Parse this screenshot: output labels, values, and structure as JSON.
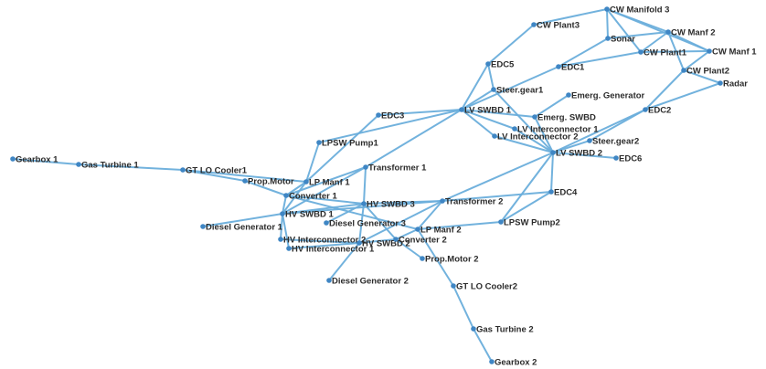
{
  "graph": {
    "nodes": [
      {
        "id": "gearbox1",
        "label": "Gearbox 1"
      },
      {
        "id": "gasturb1",
        "label": "Gas Turbine 1"
      },
      {
        "id": "gtlo1",
        "label": "GT LO Cooler1"
      },
      {
        "id": "propmotor1",
        "label": "Prop.Motor"
      },
      {
        "id": "lpmanf1",
        "label": "LP Manf 1"
      },
      {
        "id": "lpswpump1",
        "label": "LPSW Pump1"
      },
      {
        "id": "transformer1",
        "label": "Transformer 1"
      },
      {
        "id": "converter1",
        "label": "Converter 1"
      },
      {
        "id": "hvswbd1",
        "label": "HV SWBD 1"
      },
      {
        "id": "hvswbd3",
        "label": "HV SWBD 3"
      },
      {
        "id": "dieselgen1",
        "label": "Diesel Generator 1"
      },
      {
        "id": "hvint2",
        "label": "HV Interconnector 2"
      },
      {
        "id": "hvint1",
        "label": "HV Interconnector 1"
      },
      {
        "id": "dieselgen3",
        "label": "Diesel Generator 3"
      },
      {
        "id": "hvswbd2",
        "label": "HV SWBD 2"
      },
      {
        "id": "converter2",
        "label": "Converter 2"
      },
      {
        "id": "lpmanf2",
        "label": "LP Manf 2"
      },
      {
        "id": "transformer2",
        "label": "Transformer 2"
      },
      {
        "id": "propmotor2",
        "label": "Prop.Motor 2"
      },
      {
        "id": "dieselgen2",
        "label": "Diesel Generator 2"
      },
      {
        "id": "gtlo2",
        "label": "GT LO Cooler2"
      },
      {
        "id": "gasturb2",
        "label": "Gas Turbine 2"
      },
      {
        "id": "gearbox2",
        "label": "Gearbox 2"
      },
      {
        "id": "lpswpump2",
        "label": "LPSW Pump2"
      },
      {
        "id": "edc3",
        "label": "EDC3"
      },
      {
        "id": "lvswbd1",
        "label": "LV SWBD 1"
      },
      {
        "id": "lvswbd2",
        "label": "LV SWBD 2"
      },
      {
        "id": "lvint1",
        "label": "LV Interconnector 1"
      },
      {
        "id": "lvint2",
        "label": "LV Interconnector 2"
      },
      {
        "id": "steergear1",
        "label": "Steer.gear1"
      },
      {
        "id": "steergear2",
        "label": "Steer.gear2"
      },
      {
        "id": "emergswbd",
        "label": "Emerg. SWBD"
      },
      {
        "id": "emerggen",
        "label": "Emerg. Generator"
      },
      {
        "id": "edc5",
        "label": "EDC5"
      },
      {
        "id": "edc1",
        "label": "EDC1"
      },
      {
        "id": "edc2",
        "label": "EDC2"
      },
      {
        "id": "edc4",
        "label": "EDC4"
      },
      {
        "id": "edc6",
        "label": "EDC6"
      },
      {
        "id": "cwplant3",
        "label": "CW Plant3"
      },
      {
        "id": "cwplant1",
        "label": "CW Plant1"
      },
      {
        "id": "cwplant2",
        "label": "CW Plant2"
      },
      {
        "id": "cwmanifold3",
        "label": "CW Manifold 3"
      },
      {
        "id": "cwmanf2",
        "label": "CW Manf 2"
      },
      {
        "id": "cwmanf1",
        "label": "CW Manf 1"
      },
      {
        "id": "sonar",
        "label": "Sonar"
      },
      {
        "id": "radar",
        "label": "Radar"
      }
    ],
    "edges": [
      [
        "gearbox1",
        "gasturb1"
      ],
      [
        "gasturb1",
        "gtlo1"
      ],
      [
        "gtlo1",
        "propmotor1"
      ],
      [
        "gtlo1",
        "lpmanf1"
      ],
      [
        "propmotor1",
        "converter1"
      ],
      [
        "lpmanf1",
        "lpswpump1"
      ],
      [
        "lpmanf1",
        "converter1"
      ],
      [
        "lpmanf1",
        "hvswbd1"
      ],
      [
        "lpswpump1",
        "lvswbd1"
      ],
      [
        "converter1",
        "hvswbd1"
      ],
      [
        "converter1",
        "transformer1"
      ],
      [
        "converter1",
        "hvswbd3"
      ],
      [
        "converter1",
        "lpmanf2"
      ],
      [
        "transformer1",
        "lvswbd1"
      ],
      [
        "transformer1",
        "hvswbd1"
      ],
      [
        "transformer1",
        "hvswbd3"
      ],
      [
        "hvswbd1",
        "dieselgen1"
      ],
      [
        "hvswbd1",
        "hvint2"
      ],
      [
        "hvswbd1",
        "hvint1"
      ],
      [
        "hvswbd1",
        "hvswbd3"
      ],
      [
        "hvswbd3",
        "dieselgen3"
      ],
      [
        "hvswbd3",
        "transformer2"
      ],
      [
        "hvswbd3",
        "hvswbd2"
      ],
      [
        "hvswbd3",
        "converter2"
      ],
      [
        "hvint2",
        "hvswbd2"
      ],
      [
        "hvint1",
        "hvswbd2"
      ],
      [
        "hvswbd2",
        "dieselgen2"
      ],
      [
        "hvswbd2",
        "converter2"
      ],
      [
        "hvswbd2",
        "transformer2"
      ],
      [
        "converter2",
        "propmotor2"
      ],
      [
        "converter2",
        "lpmanf2"
      ],
      [
        "lpmanf2",
        "transformer2"
      ],
      [
        "lpmanf2",
        "lpswpump2"
      ],
      [
        "lpmanf2",
        "gtlo2"
      ],
      [
        "transformer2",
        "lvswbd2"
      ],
      [
        "transformer2",
        "hvswbd1"
      ],
      [
        "lpswpump2",
        "lvswbd2"
      ],
      [
        "gtlo2",
        "gasturb2"
      ],
      [
        "gasturb2",
        "gearbox2"
      ],
      [
        "edc3",
        "lvswbd1"
      ],
      [
        "edc3",
        "lpmanf1"
      ],
      [
        "lvswbd1",
        "steergear1"
      ],
      [
        "lvswbd1",
        "edc5"
      ],
      [
        "lvswbd1",
        "lvint1"
      ],
      [
        "lvswbd1",
        "lvint2"
      ],
      [
        "lvswbd1",
        "emergswbd"
      ],
      [
        "lvswbd1",
        "edc1"
      ],
      [
        "lvint1",
        "lvswbd2"
      ],
      [
        "lvint2",
        "lvswbd2"
      ],
      [
        "emergswbd",
        "lvswbd2"
      ],
      [
        "emergswbd",
        "emerggen"
      ],
      [
        "steergear1",
        "lvswbd2"
      ],
      [
        "lvswbd2",
        "steergear2"
      ],
      [
        "lvswbd2",
        "edc6"
      ],
      [
        "lvswbd2",
        "edc4"
      ],
      [
        "lvswbd2",
        "edc2"
      ],
      [
        "edc4",
        "lpswpump2"
      ],
      [
        "edc4",
        "transformer2"
      ],
      [
        "edc2",
        "radar"
      ],
      [
        "edc2",
        "cwplant2"
      ],
      [
        "edc2",
        "steergear2"
      ],
      [
        "edc5",
        "cwplant3"
      ],
      [
        "edc5",
        "steergear1"
      ],
      [
        "edc1",
        "cwplant1"
      ],
      [
        "cwplant3",
        "cwmanifold3"
      ],
      [
        "sonar",
        "cwmanf2"
      ],
      [
        "sonar",
        "cwmanifold3"
      ],
      [
        "sonar",
        "edc1"
      ],
      [
        "cwmanifold3",
        "cwmanf2"
      ],
      [
        "cwmanifold3",
        "cwmanf1"
      ],
      [
        "cwmanf2",
        "cwmanf1"
      ],
      [
        "cwmanf2",
        "cwplant1"
      ],
      [
        "cwmanf2",
        "cwplant2"
      ],
      [
        "cwmanf1",
        "cwplant1"
      ],
      [
        "cwmanf1",
        "cwplant2"
      ],
      [
        "cwplant2",
        "radar"
      ],
      [
        "cwplant1",
        "cwmanifold3"
      ]
    ]
  }
}
